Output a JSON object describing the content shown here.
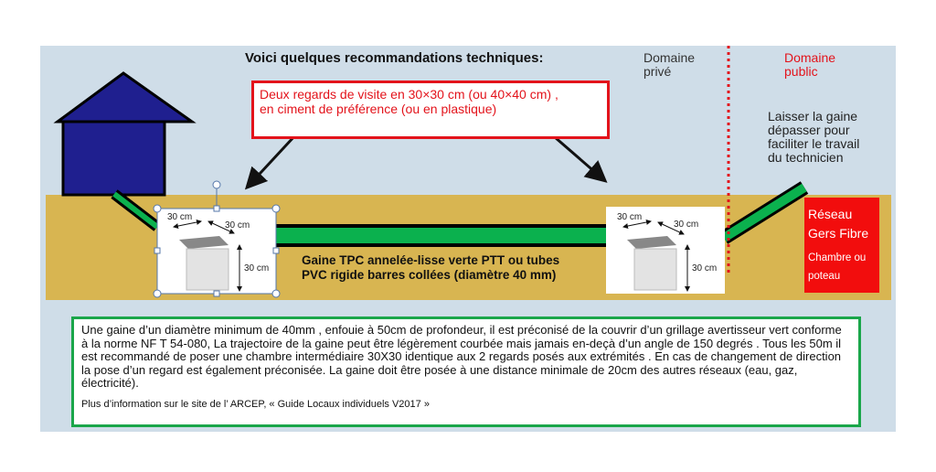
{
  "title": "Voici quelques recommandations techniques:",
  "callout": {
    "line1": "Deux regards de visite en 30×30 cm (ou 40×40 cm) ,",
    "line2": "en ciment de préférence (ou en plastique)"
  },
  "zones": {
    "private": [
      "Domaine",
      "privé"
    ],
    "public": [
      "Domaine",
      "public"
    ]
  },
  "leave_sheath": [
    "Laisser la gaine",
    "dépasser pour",
    "faciliter le travail",
    "du technicien"
  ],
  "sheath_label": [
    "Gaine TPC annelée-lisse verte PTT ou tubes",
    "PVC rigide  barres collées (diamètre 40 mm)"
  ],
  "network_box": {
    "name1": "Réseau",
    "name2": "Gers Fibre",
    "sub1": "Chambre ou",
    "sub2": "poteau"
  },
  "dimension_label": "30 cm",
  "info": {
    "text": "Une gaine d’un diamètre minimum de 40mm , enfouie à 50cm de profondeur, il est préconisé de la couvrir d’un grillage avertisseur vert conforme à la norme NF T 54-080, La trajectoire de la gaine peut être légèrement courbée mais jamais en-deçà d’un angle de 150 degrés . Tous les 50m il est recommandé de poser une chambre intermédiaire 30X30 identique aux 2 regards posés aux extrémités . En cas de changement de direction la pose d’un regard est  également préconisée.  La gaine doit être posée à une distance minimale de 20cm des autres réseaux (eau, gaz, électricité).",
    "more": "Plus d’information sur le site de l’ ARCEP, « Guide Locaux individuels V2017 »"
  },
  "colors": {
    "sky": "#cfdde8",
    "ground": "#d8b551",
    "pipe": "#0bb14e",
    "house": "#1f1f8f",
    "red": "#e3131b"
  }
}
